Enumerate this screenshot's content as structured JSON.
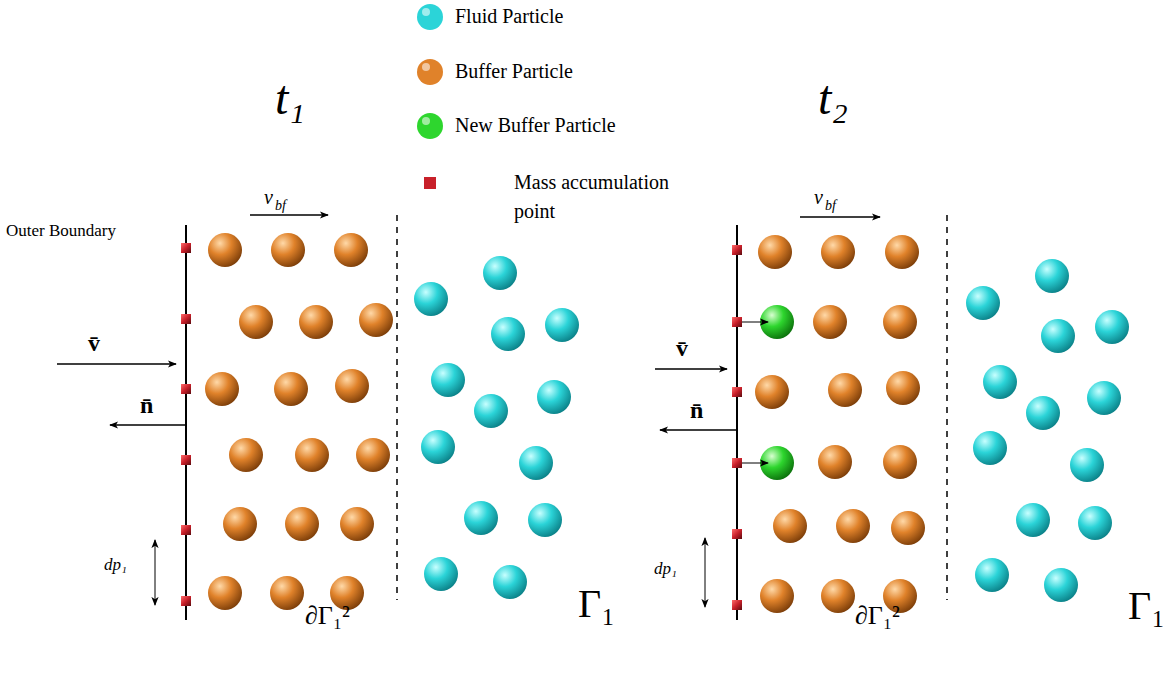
{
  "diagram": {
    "labels": [
      "t₁",
      "t₂",
      "Outer Boundary",
      "v",
      "bf",
      "v̄",
      "n̄",
      "dp₁",
      "∂Γ₁²",
      "Γ₁",
      "v",
      "bf",
      "v̄",
      "n̄",
      "dp₁",
      "∂Γ₁²",
      "Γ₁"
    ],
    "legend": [
      {
        "text": "Fluid Particle",
        "color": "#2bd4d8"
      },
      {
        "text": "Buffer Particle",
        "color": "#e0822a"
      },
      {
        "text": "New Buffer Particle",
        "color": "#2ed62e"
      },
      {
        "text": "Mass accumulation point",
        "color": "#c8202a"
      }
    ]
  }
}
